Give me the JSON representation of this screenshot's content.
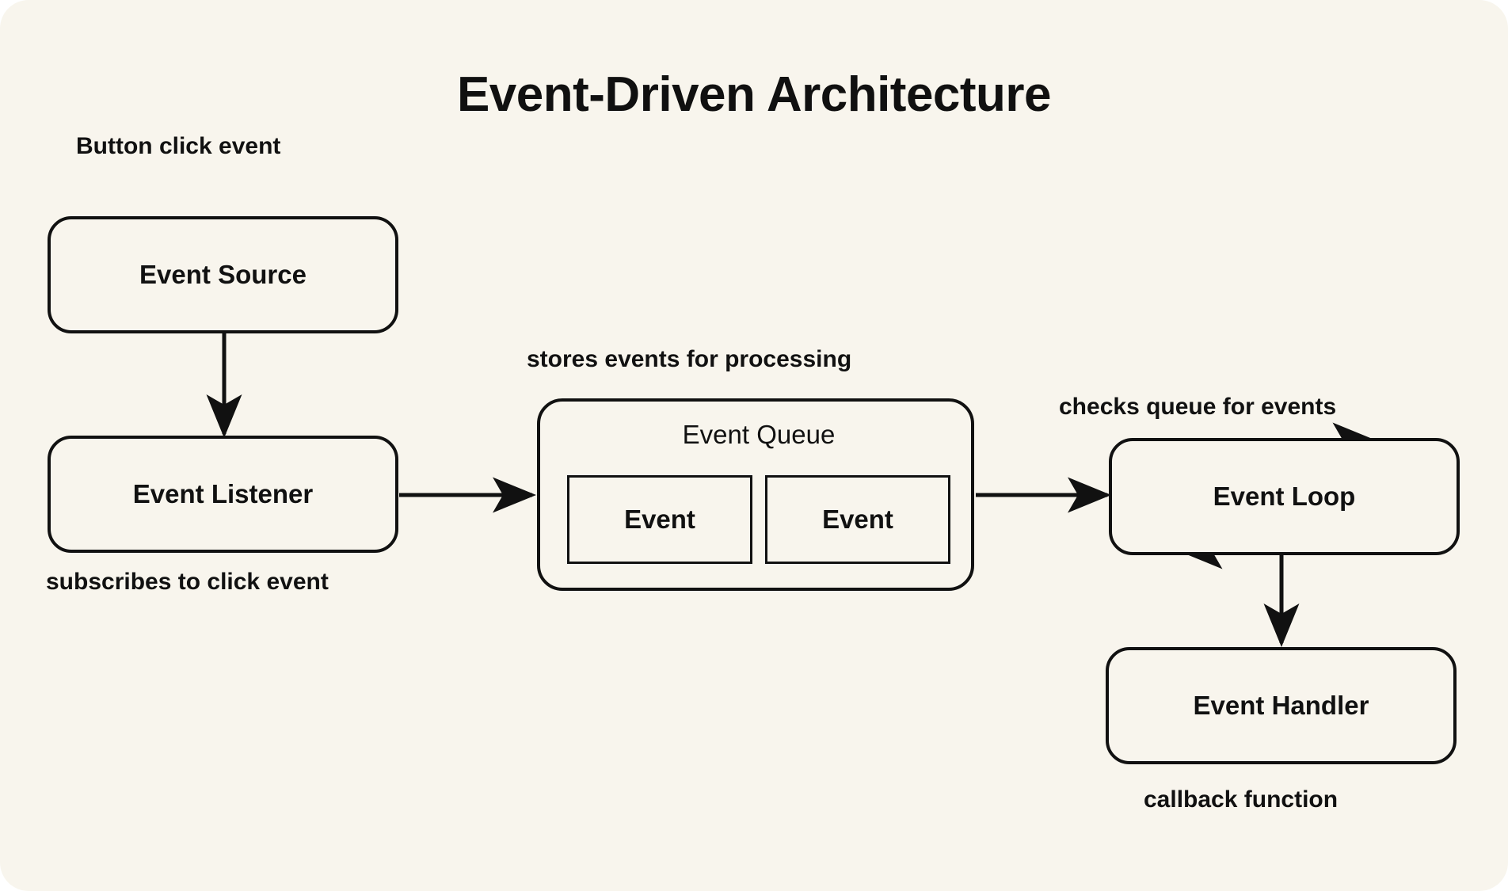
{
  "diagram": {
    "title": "Event-Driven Architecture",
    "background_color": "#f8f5ed",
    "stroke_color": "#111111",
    "text_color": "#111111"
  },
  "nodes": {
    "event_source": {
      "label": "Event Source"
    },
    "event_listener": {
      "label": "Event Listener"
    },
    "event_queue": {
      "label": "Event Queue",
      "items": [
        {
          "label": "Event"
        },
        {
          "label": "Event"
        }
      ]
    },
    "event_loop": {
      "label": "Event Loop"
    },
    "event_handler": {
      "label": "Event Handler"
    }
  },
  "edge_labels": {
    "button_click_event": "Button click event",
    "subscribes_to_click_event": "subscribes to click event",
    "stores_events_for_processing": "stores events for processing",
    "checks_queue_for_events": "checks queue for events",
    "callback_function": "callback function"
  }
}
